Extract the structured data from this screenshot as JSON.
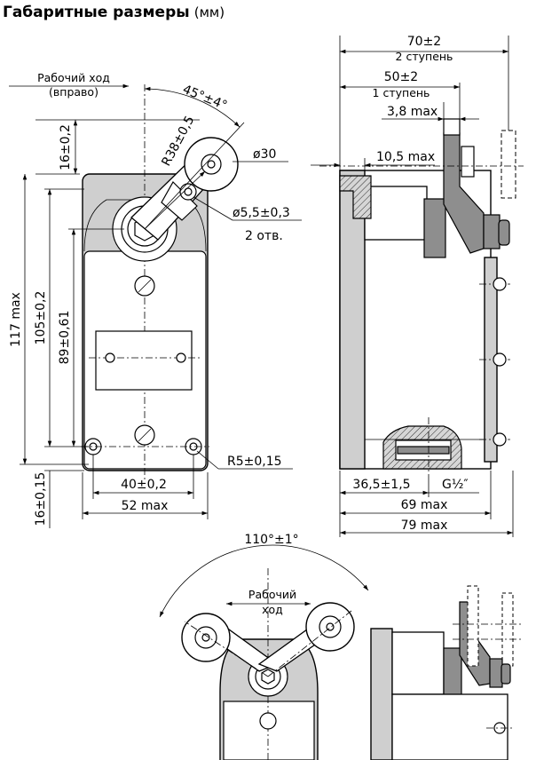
{
  "heading": {
    "title": "Габаритные размеры",
    "unit": "(мм)"
  },
  "front_view": {
    "work_stroke": [
      "Рабочий ход",
      "(вправо)"
    ],
    "dims": {
      "angle": "45°±4°",
      "radius_lever": "R38±0,5",
      "roller_diam": "ø30",
      "hole_diam": "ø5,5±0,3",
      "holes_count": "2 отв.",
      "top_offset": "16±0,2",
      "overall_height": "117 max",
      "height_105": "105±0,2",
      "height_89": "89±0,61",
      "corner_radius": "R5±0,15",
      "bottom_offset": "16±0,15",
      "hole_spacing": "40±0,2",
      "width": "52 max"
    }
  },
  "side_view": {
    "dims": {
      "stage2": [
        "70±2",
        "2 ступень"
      ],
      "stage1": [
        "50±2",
        "1 ступень"
      ],
      "plate": "3,8 max",
      "lever_offset": "10,5 max",
      "thread_pos": "36,5±1,5",
      "thread": "G½″",
      "depth_69": "69 max",
      "depth_79": "79 max"
    }
  },
  "lower_view": {
    "angle": "110°±1°",
    "work_stroke": [
      "Рабочий",
      "ход"
    ]
  }
}
